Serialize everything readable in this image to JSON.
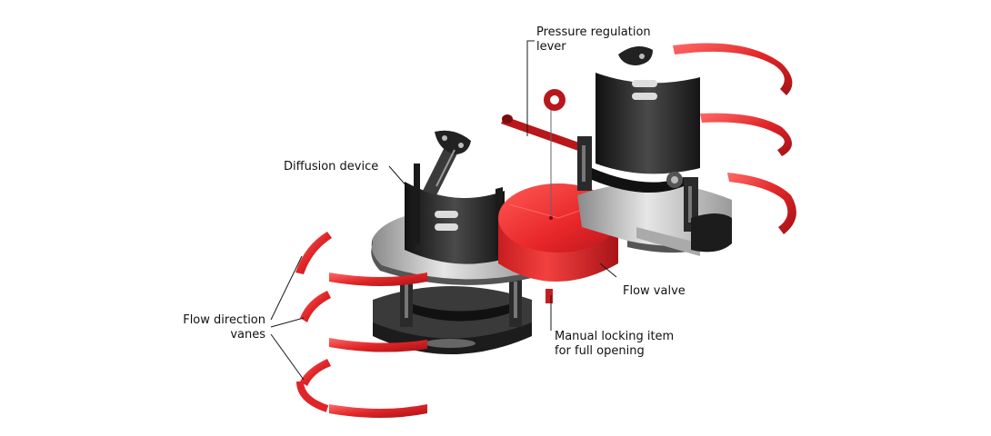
{
  "diagram": {
    "labels": {
      "pressure_regulation_line1": "Pressure regulation",
      "pressure_regulation_line2": "lever",
      "diffusion_device": "Diffusion device",
      "flow_direction_line1": "Flow direction",
      "flow_direction_line2": "vanes",
      "flow_valve": "Flow valve",
      "manual_locking_line1": "Manual locking item",
      "manual_locking_line2": "for full opening"
    },
    "colors": {
      "valve_red": "#e8262a",
      "vane_red": "#e02528",
      "dark_body": "#2a2a2a",
      "plate_grey": "#c9c9c9",
      "leader_line": "#1a1a1a"
    }
  }
}
